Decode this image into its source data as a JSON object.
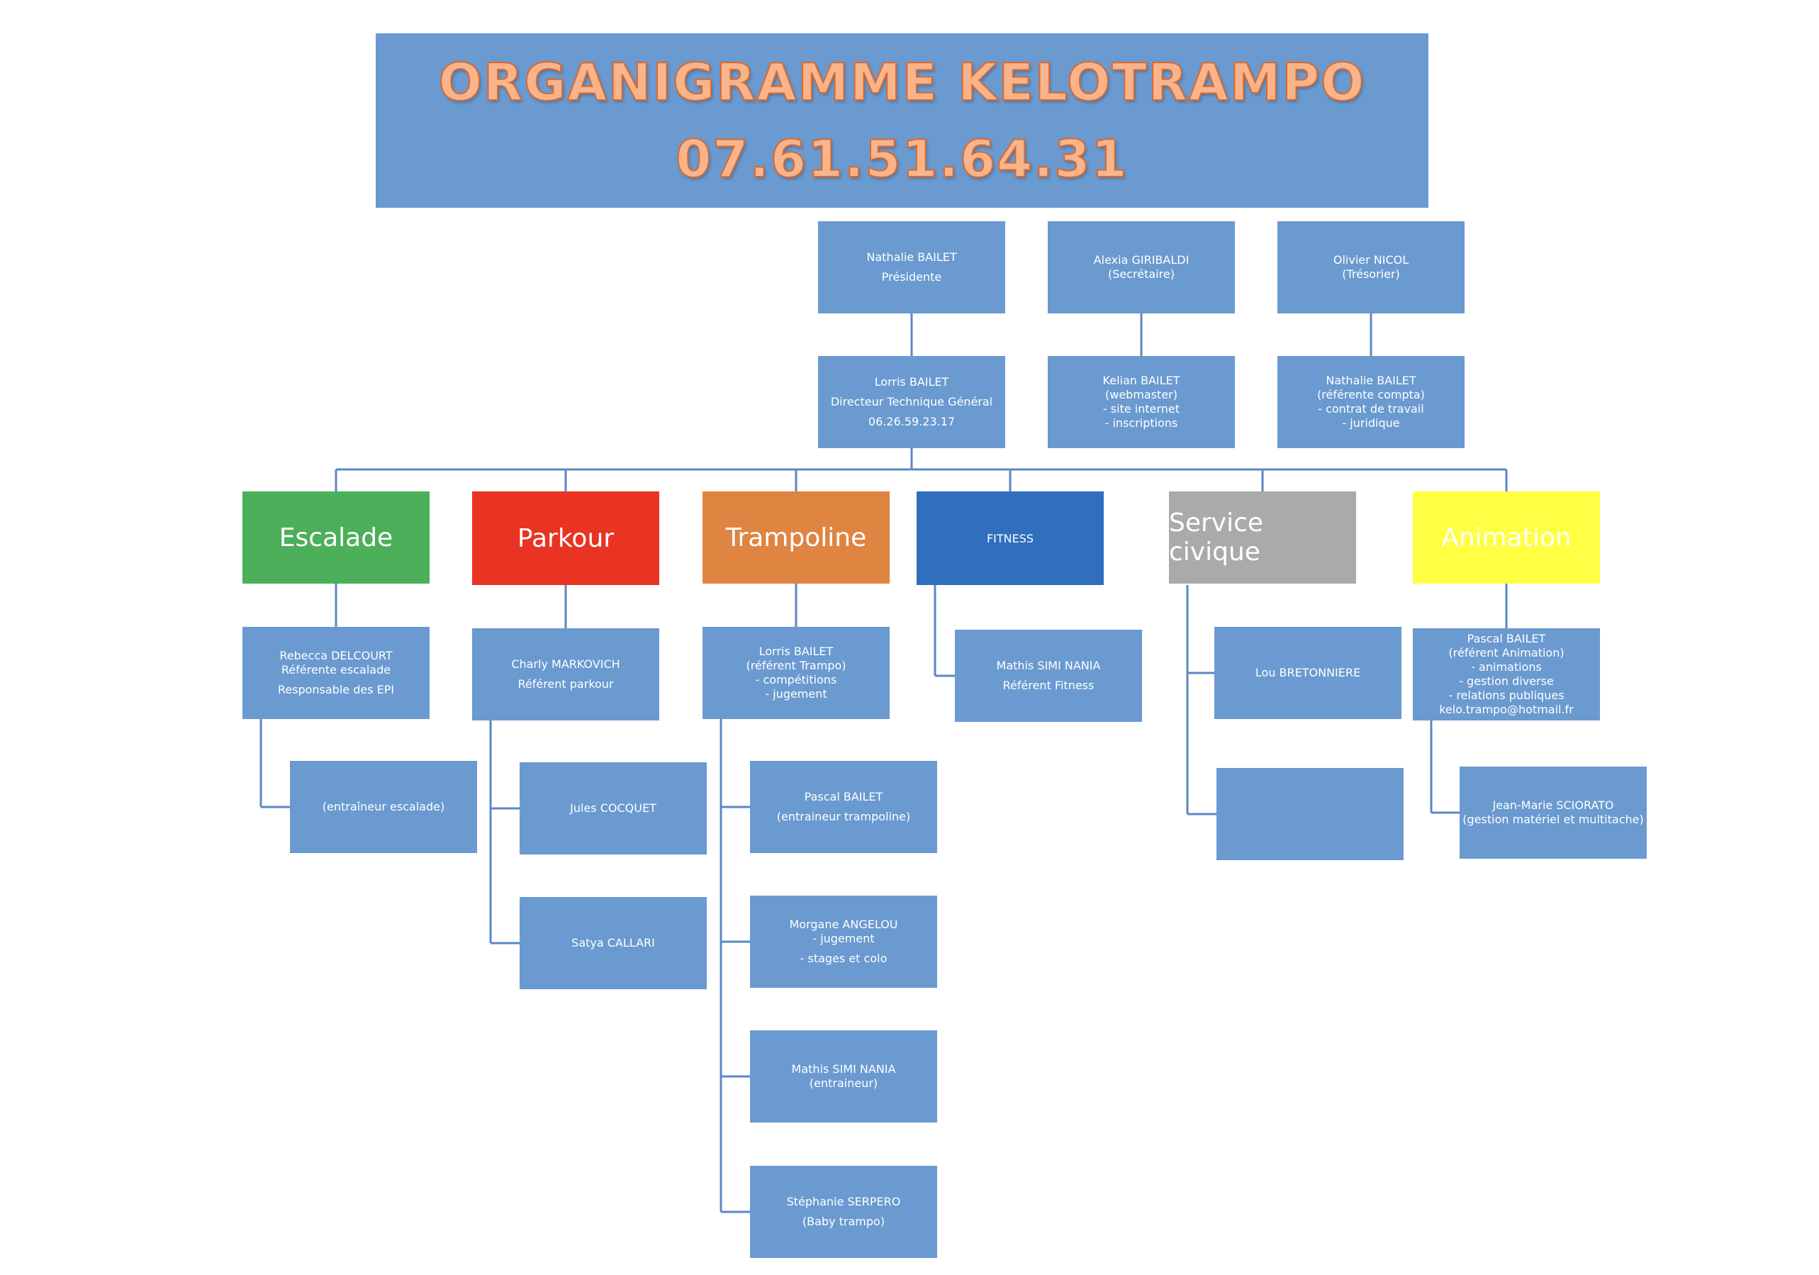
{
  "title": {
    "main": "ORGANIGRAMME KELOTRAMPO",
    "phone": "07.61.51.64.31"
  },
  "board": [
    {
      "lines": [
        "Nathalie BAILET",
        "Présidente"
      ]
    },
    {
      "lines": [
        "Alexia GIRIBALDI",
        "(Secrétaire)"
      ]
    },
    {
      "lines": [
        "Olivier NICOL",
        "(Trésorier)"
      ]
    }
  ],
  "level2": [
    {
      "lines": [
        "Lorris BAILET",
        "Directeur Technique Général",
        "06.26.59.23.17"
      ]
    },
    {
      "lines": [
        "Kelian BAILET",
        "(webmaster)",
        "- site internet",
        "- inscriptions"
      ]
    },
    {
      "lines": [
        "Nathalie BAILET",
        "(référente compta)",
        "- contrat de travail",
        "- juridique"
      ]
    }
  ],
  "departments": [
    {
      "name": "Escalade",
      "color": "#4caf5a",
      "referent": {
        "lines": [
          "Rebecca DELCOURT",
          "Référente escalade",
          "Responsable des EPI"
        ]
      },
      "members": [
        {
          "lines": [
            "(entraîneur escalade)"
          ]
        }
      ]
    },
    {
      "name": "Parkour",
      "color": "#e93323",
      "referent": {
        "lines": [
          "Charly MARKOVICH",
          "Référent  parkour"
        ]
      },
      "members": [
        {
          "lines": [
            "Jules COCQUET"
          ]
        },
        {
          "lines": [
            "Satya CALLARI"
          ]
        }
      ]
    },
    {
      "name": "Trampoline",
      "color": "#e08442",
      "referent": {
        "lines": [
          "Lorris BAILET",
          "(référent Trampo)",
          "- compétitions",
          "- jugement"
        ]
      },
      "members": [
        {
          "lines": [
            "Pascal BAILET",
            "(entraineur trampoline)"
          ]
        },
        {
          "lines": [
            "Morgane ANGELOU",
            "- jugement",
            "- stages et colo"
          ]
        },
        {
          "lines": [
            "Mathis SIMI NANIA",
            "(entraineur)"
          ]
        },
        {
          "lines": [
            "Stéphanie SERPERO",
            "(Baby trampo)"
          ]
        }
      ]
    },
    {
      "name": "FITNESS",
      "color": "#2f6fbd",
      "referent": {
        "lines": [
          "Mathis SIMI NANIA",
          "Référent Fitness"
        ]
      },
      "members": []
    },
    {
      "name": "Service civique",
      "color": "#aaaaaa",
      "referent": {
        "lines": [
          "Lou BRETONNIERE"
        ]
      },
      "members": [
        {
          "lines": []
        }
      ]
    },
    {
      "name": "Animation",
      "color": "#ffff44",
      "referent": {
        "lines": [
          "Pascal BAILET",
          "(référent Animation)",
          "- animations",
          "- gestion diverse",
          "- relations publiques",
          "kelo.trampo@hotmail.fr"
        ]
      },
      "members": [
        {
          "lines": [
            "Jean-Marie SCIORATO",
            "(gestion matériel et multitache)"
          ]
        }
      ]
    }
  ],
  "colors": {
    "box": "#6a9ad0",
    "connector": "#5b87c5",
    "title_text": "#f9b48c"
  }
}
